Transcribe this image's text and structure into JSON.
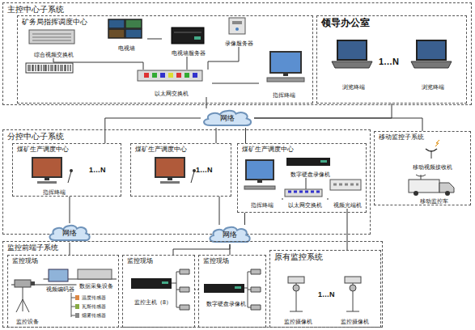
{
  "diagram": {
    "nodes": [
      {
        "text": [
          "主控中心子系统"
        ]
      },
      {
        "text": [
          "矿务局指挥调度中心"
        ],
        "in": 0
      },
      {
        "text": [
          "综合视频交换机"
        ],
        "in": 1
      },
      {
        "text": [
          "电视墙"
        ],
        "in": 1
      },
      {
        "text": [
          "电视墙服务器"
        ],
        "in": 1
      },
      {
        "text": [
          "录像服务器"
        ],
        "in": 1
      },
      {
        "text": [
          "以太网交换机"
        ],
        "in": 1
      },
      {
        "text": [
          "指挥终端"
        ],
        "in": 1
      },
      {
        "text": [
          "领导办公室"
        ],
        "in": 0
      },
      {
        "text": [
          "浏览终端"
        ],
        "in": 8
      },
      {
        "text": [
          "浏览终端"
        ],
        "in": 8
      },
      {
        "text": [
          "网络"
        ]
      },
      {
        "text": [
          "分控中心子系统"
        ]
      },
      {
        "text": [
          "煤矿生产调度中心"
        ],
        "in": 12
      },
      {
        "text": [
          "指挥终端"
        ],
        "in": 13
      },
      {
        "text": [
          "煤矿生产调度中心"
        ],
        "in": 12
      },
      {
        "text": [
          "煤矿生产调度中心"
        ],
        "in": 12
      },
      {
        "text": [
          "指挥终端"
        ],
        "in": 16
      },
      {
        "text": [
          "数字硬盘录像机"
        ],
        "in": 16
      },
      {
        "text": [
          "以太网交换机"
        ],
        "in": 16
      },
      {
        "text": [
          "视频光端机"
        ],
        "in": 16
      },
      {
        "text": [
          "移动监控子系统"
        ]
      },
      {
        "text": [
          "移动视频接收机"
        ],
        "in": 21
      },
      {
        "text": [
          "移动监控车"
        ],
        "in": 21
      },
      {
        "text": [
          "网络"
        ]
      },
      {
        "text": [
          "网络"
        ]
      },
      {
        "text": [
          "监控前端子系统"
        ]
      },
      {
        "text": [
          "监控现场"
        ],
        "in": 26
      },
      {
        "text": [
          "监控设备"
        ],
        "in": 27
      },
      {
        "text": [
          "视频编码器"
        ],
        "in": 27
      },
      {
        "text": [
          "数据采集设备"
        ],
        "in": 27
      },
      {
        "text": [
          "监控现场"
        ],
        "in": 26
      },
      {
        "text": [
          "监控主机（8）"
        ],
        "in": 31
      },
      {
        "text": [
          "监控现场"
        ],
        "in": 26
      },
      {
        "text": [
          "数字硬盘录像机"
        ],
        "in": 33
      },
      {
        "text": [
          "原有监控系统"
        ],
        "in": 26
      },
      {
        "text": [
          "监控摄像机"
        ],
        "in": 35
      },
      {
        "text": [
          "监控摄像机"
        ],
        "in": 35
      }
    ],
    "edges": [
      {
        "from": 2,
        "to": 6,
        "arrow": "none"
      },
      {
        "from": 3,
        "to": 4,
        "arrow": "none"
      },
      {
        "from": 4,
        "to": 6,
        "arrow": "none"
      },
      {
        "from": 5,
        "to": 6,
        "arrow": "none"
      },
      {
        "from": 7,
        "to": 6,
        "arrow": "none"
      },
      {
        "from": 6,
        "to": 11,
        "arrow": "none"
      },
      {
        "from": 11,
        "to": 8,
        "arrow": "none"
      },
      {
        "from": 11,
        "to": 21,
        "arrow": "none"
      },
      {
        "from": 11,
        "to": 13,
        "arrow": "none"
      },
      {
        "from": 11,
        "to": 15,
        "arrow": "none"
      },
      {
        "from": 11,
        "to": 16,
        "arrow": "none"
      },
      {
        "from": 13,
        "to": 24,
        "arrow": "none"
      },
      {
        "from": 15,
        "to": 25,
        "arrow": "none"
      },
      {
        "from": 16,
        "to": 25,
        "arrow": "none"
      },
      {
        "from": 24,
        "to": 27,
        "arrow": "none"
      },
      {
        "from": 25,
        "to": 31,
        "arrow": "none"
      },
      {
        "from": 25,
        "to": 33,
        "arrow": "none"
      },
      {
        "from": 20,
        "to": 35,
        "arrow": "none"
      },
      {
        "from": 17,
        "to": 19,
        "arrow": "none"
      },
      {
        "from": 18,
        "to": 19,
        "arrow": "none"
      },
      {
        "from": 19,
        "to": 20,
        "arrow": "none"
      },
      {
        "from": 28,
        "to": 29,
        "arrow": "none"
      },
      {
        "from": 29,
        "to": 30,
        "arrow": "none"
      }
    ],
    "labels": [
      "1…N",
      "1…N",
      "1…N",
      "1…N",
      "温度传感器",
      "瓦斯传感器",
      "烟雾传感器"
    ]
  }
}
